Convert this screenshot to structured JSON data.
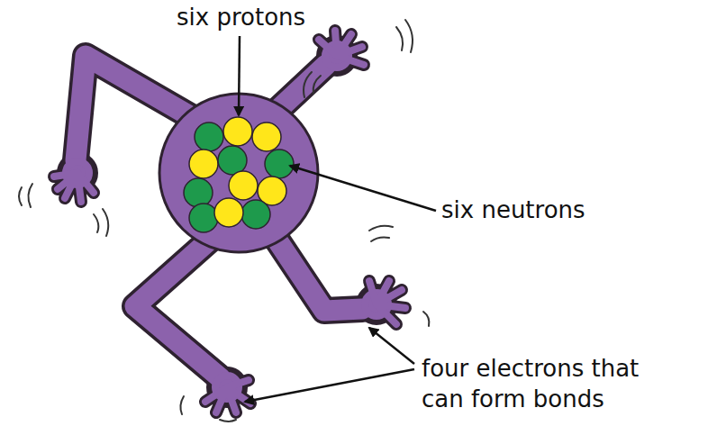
{
  "diagram": {
    "labels": [
      "six protons",
      "six neutrons",
      "four electrons that can form bonds"
    ]
  }
}
